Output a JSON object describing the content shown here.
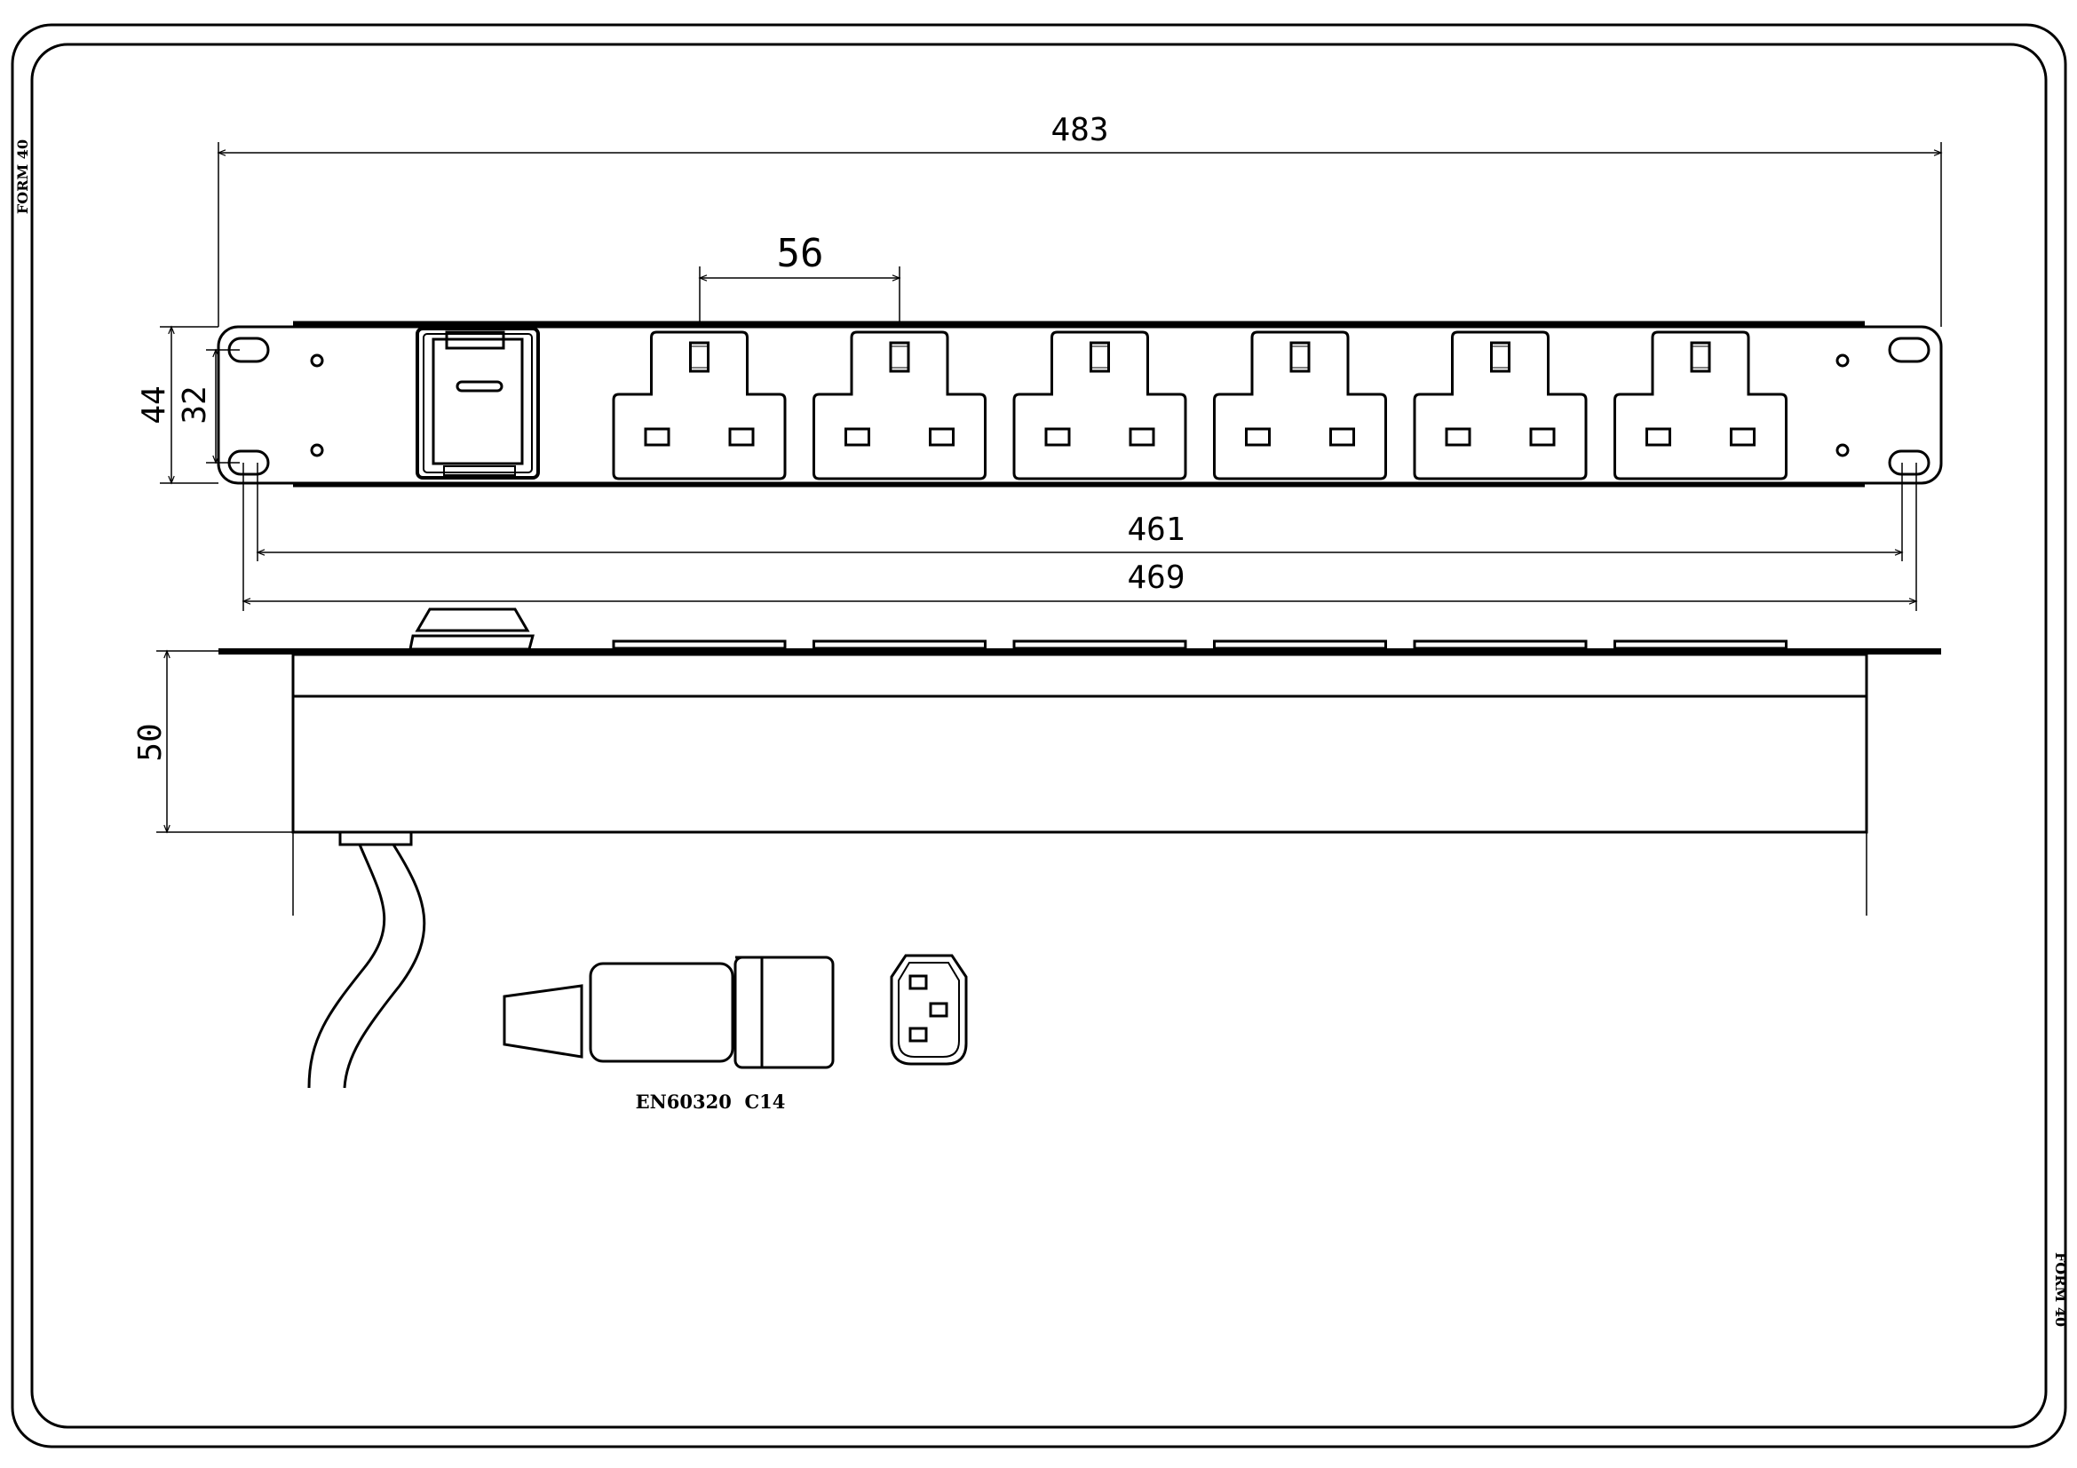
{
  "sheet": {
    "form_label_left": "FORM 40",
    "form_label_right": "FORM 40"
  },
  "dimensions": {
    "overall_width": "483",
    "socket_pitch": "56",
    "panel_height": "44",
    "mount_hole_vertical": "32",
    "mount_hole_centres": "461",
    "body_width": "469",
    "depth": "50"
  },
  "connector": {
    "label": "EN60320  C14"
  },
  "sockets": {
    "count": 6,
    "type": "uk-3-pin"
  },
  "icons": {
    "switch": "rocker-switch-icon",
    "socket": "uk-socket-icon",
    "plug": "c14-plug-icon",
    "inlet": "c14-inlet-icon"
  }
}
